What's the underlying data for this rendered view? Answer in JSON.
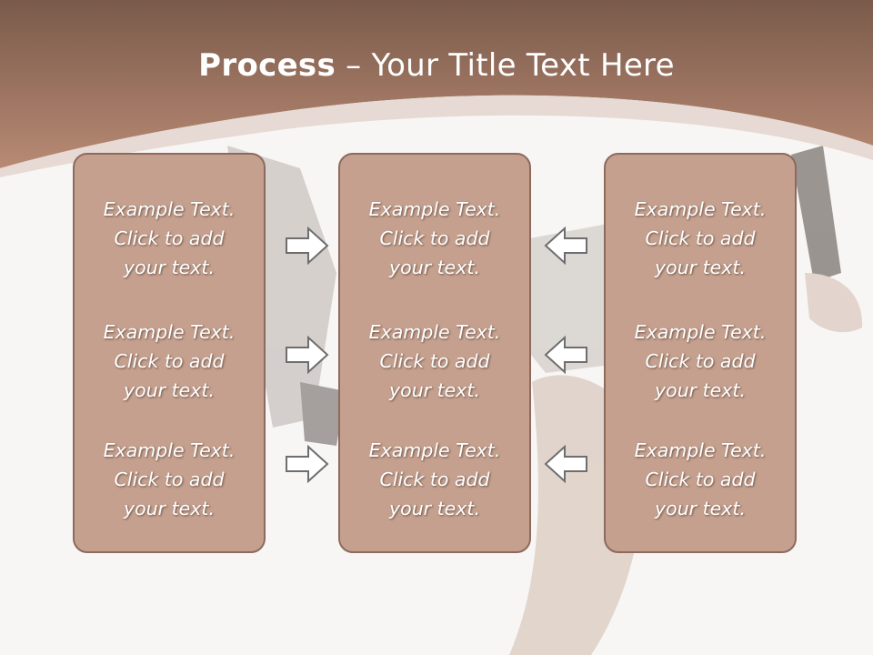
{
  "title": {
    "bold": "Process",
    "rest": " – Your Title Text Here"
  },
  "colors": {
    "header_top": "#7a5a4a",
    "header_bottom": "#b88a74",
    "box_fill": "#c5a08e",
    "box_border": "#8c6a5d",
    "arrow_stroke": "#6e6e6e"
  },
  "columns": [
    {
      "items": [
        {
          "line1": "Example Text.",
          "line2": "Click  to add",
          "line3": "your text."
        },
        {
          "line1": "Example Text.",
          "line2": "Click  to add",
          "line3": "your text."
        },
        {
          "line1": "Example Text.",
          "line2": "Click  to add",
          "line3": "your text."
        }
      ]
    },
    {
      "items": [
        {
          "line1": "Example Text.",
          "line2": "Click  to add",
          "line3": "your text."
        },
        {
          "line1": "Example Text.",
          "line2": "Click  to add",
          "line3": "your text."
        },
        {
          "line1": "Example Text.",
          "line2": "Click  to add",
          "line3": "your text."
        }
      ]
    },
    {
      "items": [
        {
          "line1": "Example Text.",
          "line2": "Click  to add",
          "line3": "your text."
        },
        {
          "line1": "Example Text.",
          "line2": "Click  to add",
          "line3": "your text."
        },
        {
          "line1": "Example Text.",
          "line2": "Click  to add",
          "line3": "your text."
        }
      ]
    }
  ],
  "arrows": {
    "left_group": "right-arrow-icon",
    "right_group": "left-arrow-icon"
  }
}
